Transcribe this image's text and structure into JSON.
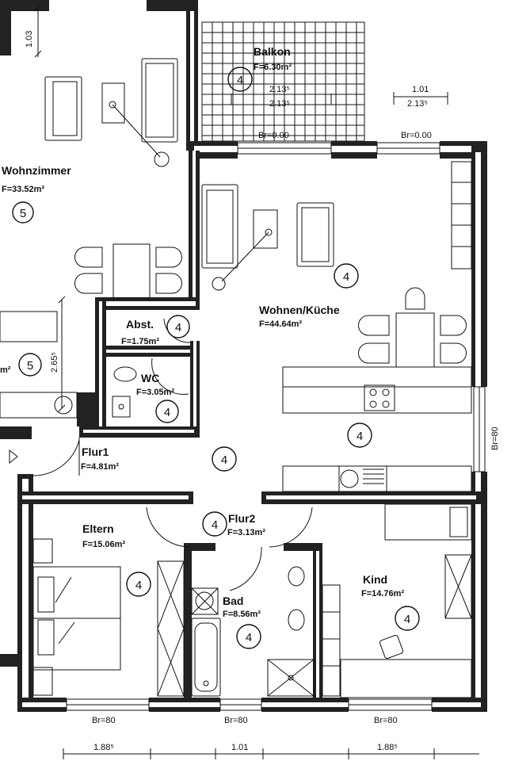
{
  "rooms": {
    "wohnzimmer": {
      "name": "Wohnzimmer",
      "area": "F=33.52m²",
      "level": "5"
    },
    "balkon": {
      "name": "Balkon",
      "area": "F=6.30m²",
      "level": "4",
      "dim_a": "2.13⁵",
      "dim_b": "2.13⁵"
    },
    "wohnen_kueche": {
      "name": "Wohnen/Küche",
      "area": "F=44.64m²",
      "level": "4",
      "level_b": "4"
    },
    "abst": {
      "name": "Abst.",
      "area": "F=1.75m²",
      "level": "4"
    },
    "wc": {
      "name": "WC",
      "area": "F=3.05m²",
      "level": "4"
    },
    "left_partial": {
      "area": "m²",
      "level": "5"
    },
    "flur1": {
      "name": "Flur1",
      "area": "F=4.81m²",
      "level": "4"
    },
    "flur2": {
      "name": "Flur2",
      "area": "F=3.13m²",
      "level": "4"
    },
    "eltern": {
      "name": "Eltern",
      "area": "F=15.06m²",
      "level": "4"
    },
    "bad": {
      "name": "Bad",
      "area": "F=8.56m²",
      "level": "4"
    },
    "kind": {
      "name": "Kind",
      "area": "F=14.76m²",
      "level": "4"
    }
  },
  "dimensions": {
    "top_left_vertical": "1.03",
    "left_vertical": "2.65⁵",
    "top_right_a": "1.01",
    "top_right_b": "2.13⁵",
    "bottom_1": "1.88⁵",
    "bottom_2": "1.01",
    "bottom_3": "1.88⁵"
  },
  "openings": {
    "balcony_left": "Br=0.00",
    "balcony_right": "Br=0.00",
    "east_window": "Br=80",
    "bottom_left": "Br=80",
    "bottom_mid": "Br=80",
    "bottom_right": "Br=80"
  }
}
